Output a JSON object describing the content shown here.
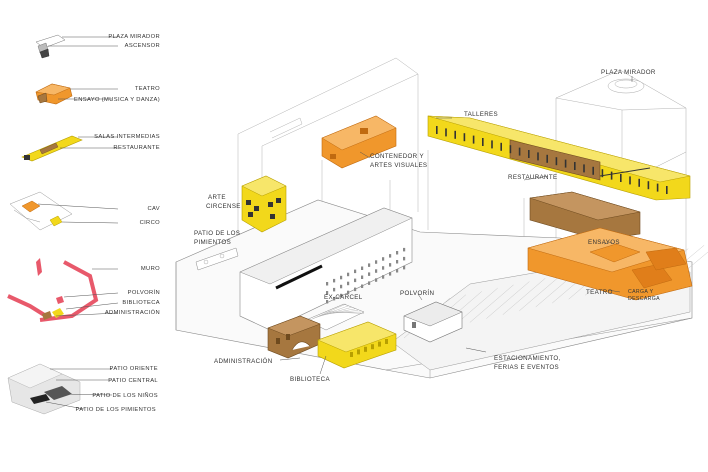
{
  "colors": {
    "orange": "#F0972C",
    "orange_dark": "#C06A10",
    "yellow": "#F2D81B",
    "yellow_dark": "#B79F00",
    "brown": "#A6773F",
    "brown_dark": "#6E4A1E",
    "pink": "#E8596B",
    "gray": "#9A9A9A"
  },
  "legend": [
    {
      "id": "plaza-ascensor",
      "labels": [
        "PLAZA MIRADOR",
        "ASCENSOR"
      ]
    },
    {
      "id": "teatro-ensayo",
      "labels": [
        "TEATRO",
        "ENSAYO (MUSICA Y DANZA)"
      ]
    },
    {
      "id": "salas-restaurante",
      "labels": [
        "SALAS INTERMEDIAS",
        "RESTAURANTE"
      ]
    },
    {
      "id": "cav-circo",
      "labels": [
        "CAV",
        "CIRCO"
      ]
    },
    {
      "id": "muro-polvorin",
      "labels": [
        "MURO",
        "POLVORÍN",
        "BIBLIOTECA",
        "ADMINISTRACIÓN"
      ]
    },
    {
      "id": "patios",
      "labels": [
        "PATIO ORIENTE",
        "PATIO CENTRAL",
        "PATIO DE LOS NIÑOS",
        "PATIO DE LOS PIMIENTOS"
      ]
    }
  ],
  "labels": {
    "plaza_mirador": "PLAZA MIRADOR",
    "talleres": "TALLERES",
    "contenedor": [
      "CONTENEDOR Y",
      "ARTES VISUALES"
    ],
    "restaurante": "RESTAURANTE",
    "arte_circense": [
      "ARTE",
      "CIRCENSE"
    ],
    "patio_pimientos": [
      "PATIO DE LOS",
      "PIMIENTOS"
    ],
    "ensayos": "ENSAYOS",
    "polvorin": "POLVORÍN",
    "ex_carcel": "EX-CARCEL",
    "teatro": "TEATRO",
    "carga": [
      "CARGA Y",
      "DESCARGA"
    ],
    "administracion": "ADMINISTRACIÓN",
    "biblioteca": "BIBLIOTECA",
    "estacionamiento": [
      "ESTACIONAMIENTO,",
      "FERIAS E EVENTOS"
    ]
  }
}
